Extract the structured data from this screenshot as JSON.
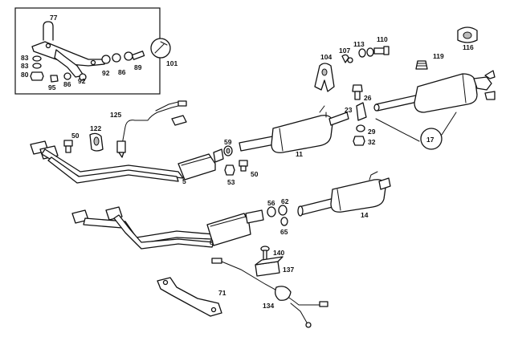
{
  "labels": {
    "l77": "77",
    "l83a": "83",
    "l83b": "83",
    "l80": "80",
    "l95": "95",
    "l86a": "86",
    "l92a": "92",
    "l92b": "92",
    "l86b": "86",
    "l89": "89",
    "l101": "101",
    "l104": "104",
    "l107": "107",
    "l113": "113",
    "l110": "110",
    "l119": "119",
    "l116": "116",
    "l26": "26",
    "l23": "23",
    "l29": "29",
    "l32": "32",
    "l17": "17",
    "l125": "125",
    "l122": "122",
    "l50a": "50",
    "l5": "5",
    "l59": "59",
    "l11": "11",
    "l53": "53",
    "l50b": "50",
    "l56": "56",
    "l62": "62",
    "l65": "65",
    "l14": "14",
    "l8": "8",
    "l140": "140",
    "l137": "137",
    "l71": "71",
    "l134": "134"
  }
}
